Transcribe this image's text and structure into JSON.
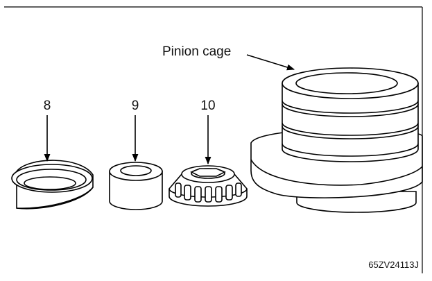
{
  "figure": {
    "title_label": "Pinion cage",
    "callouts": [
      {
        "id": "8",
        "text": "8"
      },
      {
        "id": "9",
        "text": "9"
      },
      {
        "id": "10",
        "text": "10"
      }
    ],
    "figure_code": "65ZV24113J"
  }
}
